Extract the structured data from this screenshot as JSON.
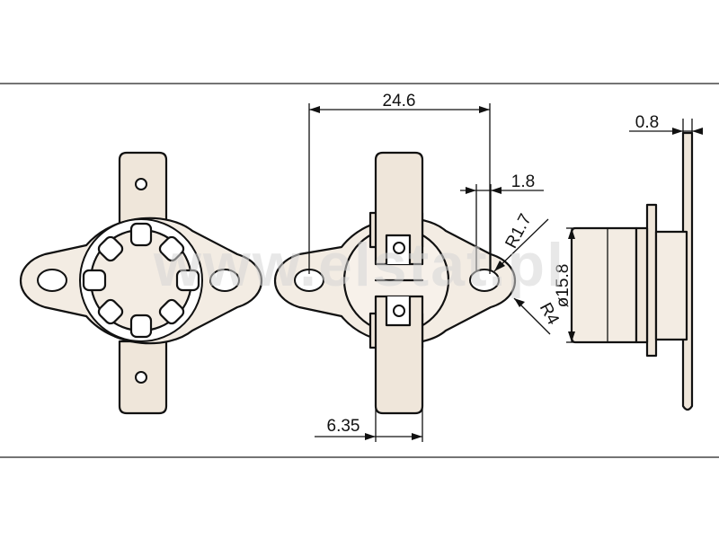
{
  "watermark": "www.elstat.pl",
  "dimensions": {
    "overall_width": "24.6",
    "terminal_width": "6.35",
    "slot_width": "1.8",
    "slot_radius": "R1.7",
    "flange_radius": "R4",
    "body_diameter": "ø15.8",
    "flange_thickness": "0.8"
  }
}
